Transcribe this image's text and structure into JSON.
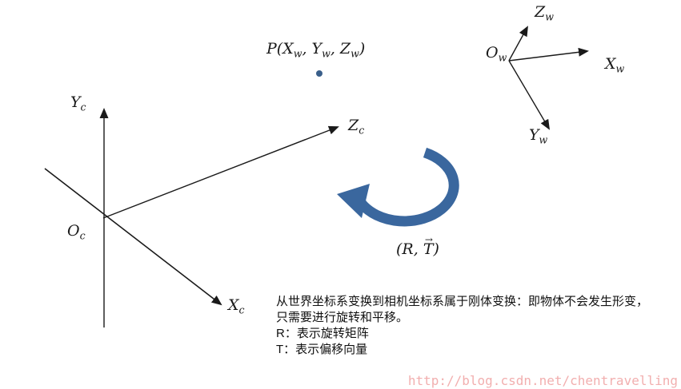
{
  "labels": {
    "yc": {
      "base": "Y",
      "sub": "c"
    },
    "zc": {
      "base": "Z",
      "sub": "c"
    },
    "xc": {
      "base": "X",
      "sub": "c"
    },
    "oc": {
      "base": "O",
      "sub": "c"
    },
    "zw": {
      "base": "Z",
      "sub": "w"
    },
    "xw": {
      "base": "X",
      "sub": "w"
    },
    "yw": {
      "base": "Y",
      "sub": "w"
    },
    "ow": {
      "base": "O",
      "sub": "w"
    },
    "point_p": {
      "p1": "P(X",
      "s1": "w",
      "p2": ", Y",
      "s2": "w",
      "p3": ", Z",
      "s3": "w",
      "p4": ")"
    },
    "rt": {
      "p1": "(R, ",
      "p2": "T",
      "arrow": "→",
      "p3": ")"
    }
  },
  "annotation": {
    "line1": "从世界坐标系变换到相机坐标系属于刚体变换：即物体不会发生形变，",
    "line2": "只需要进行旋转和平移。",
    "line3": "R：表示旋转矩阵",
    "line4": "T：表示偏移向量"
  },
  "watermark": "http://blog.csdn.net/chentravelling",
  "colors": {
    "axis": "#1a1a1a",
    "arrow_blue": "#3A679E",
    "point_dot": "#3A5F8A",
    "watermark": "#F2AFAF"
  }
}
